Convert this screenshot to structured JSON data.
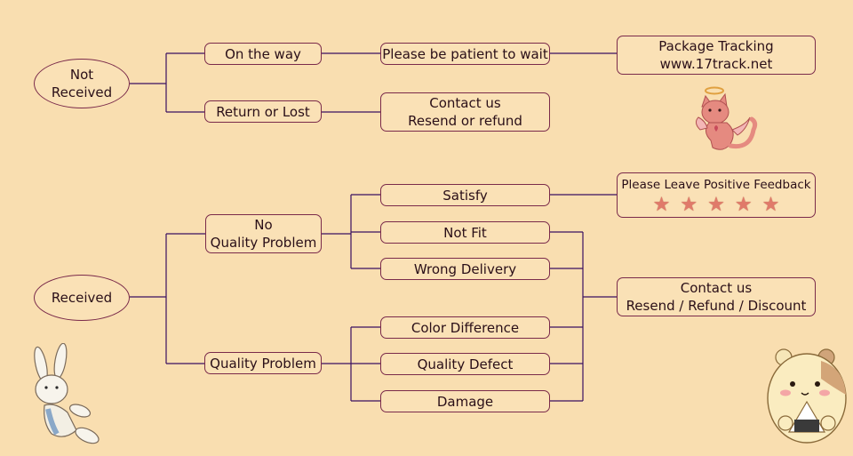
{
  "colors": {
    "background": "#f9deb0",
    "line": "#3a1060",
    "box_border": "#7a2a4a",
    "star": "#e07a6a"
  },
  "not_received": {
    "root": [
      "Not",
      "Received"
    ],
    "on_the_way": "On the way",
    "please_wait": "Please be patient to wait",
    "tracking": [
      "Package Tracking",
      "www.17track.net"
    ],
    "return_or_lost": "Return or Lost",
    "contact_resend": [
      "Contact us",
      "Resend or refund"
    ]
  },
  "received": {
    "root": "Received",
    "no_quality_problem": [
      "No",
      "Quality Problem"
    ],
    "satisfy": "Satisfy",
    "feedback": "Please Leave Positive Feedback",
    "feedback_stars": 5,
    "not_fit": "Not Fit",
    "wrong_delivery": "Wrong Delivery",
    "quality_problem": "Quality Problem",
    "color_difference": "Color Difference",
    "quality_defect": "Quality Defect",
    "damage": "Damage",
    "contact_discount": [
      "Contact us",
      "Resend / Refund / Discount"
    ]
  },
  "decorations": [
    "angel-cat-icon",
    "bunny-plush-icon",
    "hamster-icon"
  ]
}
